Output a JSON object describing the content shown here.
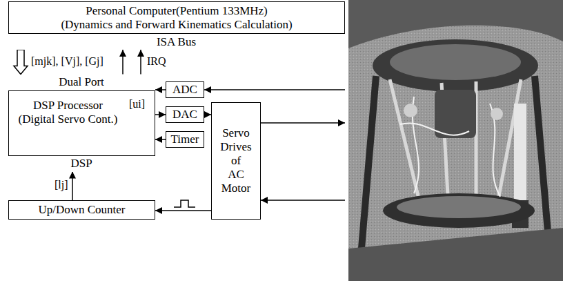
{
  "diagram": {
    "nodes": [
      {
        "text": [
          "Personal Computer(Pentium 133MHz)",
          "(Dynamics and Forward Kinematics Calculation)"
        ]
      },
      {
        "text": [
          "ISA Bus"
        ],
        "in": 0
      },
      {
        "text": [
          "DSP Processor (Digital Servo Cont.)"
        ]
      },
      {
        "text": [
          "Dual Port"
        ],
        "in": 2
      },
      {
        "text": [
          "DSP"
        ],
        "in": 2
      },
      {
        "text": [
          "ADC"
        ]
      },
      {
        "text": [
          "DAC"
        ]
      },
      {
        "text": [
          "Timer"
        ]
      },
      {
        "text": [
          "Servo Drives of AC Motor"
        ]
      },
      {
        "text": [
          "Up/Down Counter"
        ]
      }
    ],
    "edges": [
      {
        "from": 1,
        "to": 3,
        "arrow": "to",
        "label": "[mjk], [Vj], [Gj]"
      },
      {
        "from": 3,
        "to": 1,
        "arrow": "to"
      },
      {
        "from": 3,
        "to": 1,
        "arrow": "to",
        "label": "IRQ"
      },
      {
        "from": 5,
        "to": 2,
        "arrow": "to"
      },
      {
        "from": 2,
        "to": 6,
        "arrow": "to"
      },
      {
        "from": 7,
        "to": 2,
        "arrow": "to"
      },
      {
        "from": 6,
        "to": 8,
        "arrow": "to"
      },
      {
        "from": 8,
        "to": 9,
        "arrow": "to"
      },
      {
        "from": 9,
        "to": 4,
        "arrow": "to",
        "label": "[lj]"
      }
    ],
    "labels": [
      "[ui]"
    ]
  }
}
